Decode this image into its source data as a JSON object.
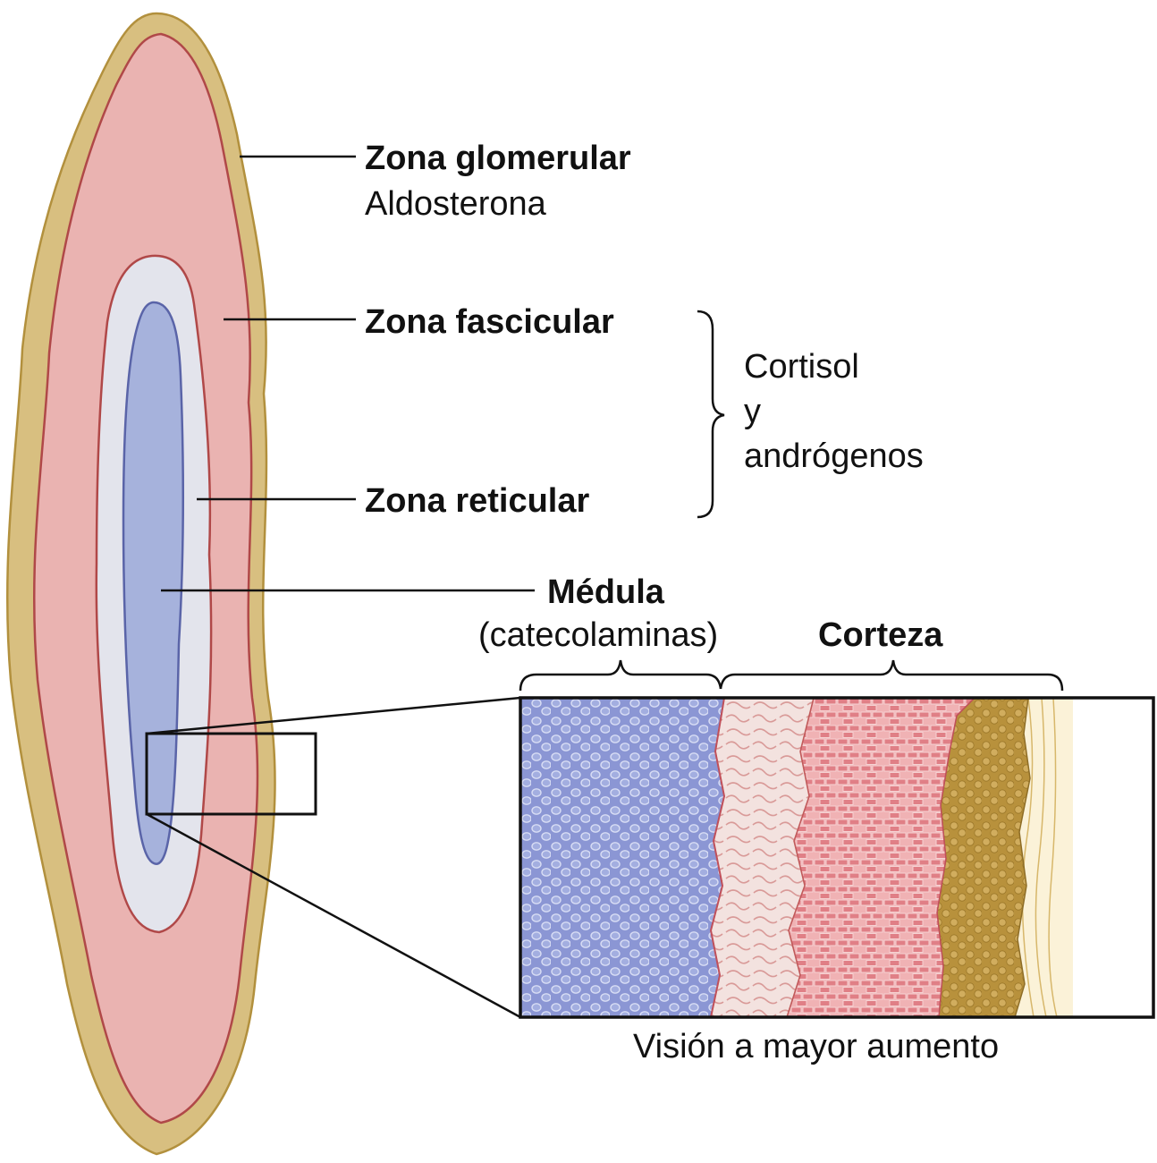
{
  "labels": {
    "zona_glomerular": "Zona glomerular",
    "aldosterona": "Aldosterona",
    "zona_fascicular": "Zona fascicular",
    "zona_reticular": "Zona reticular",
    "cortisol_line1": "Cortisol",
    "cortisol_line2": "y",
    "cortisol_line3": "andrógenos",
    "medula": "Médula",
    "catecolaminas": "(catecolaminas)",
    "corteza": "Corteza",
    "vision": "Visión a mayor aumento"
  },
  "colors": {
    "capsule": "#d8bf80",
    "glomerulosa": "#eab3b1",
    "reticular": "#e3e4ec",
    "medulla": "#a6b2dc",
    "outline_red": "#b04848",
    "outline_blue": "#5a64a8",
    "cell_blue": "#7b86c8",
    "cell_pink_band": "#f1d9d6",
    "cell_red": "#d2666d",
    "cell_tan": "#c9a352",
    "capsule_fibers": "#fbf2d8"
  }
}
